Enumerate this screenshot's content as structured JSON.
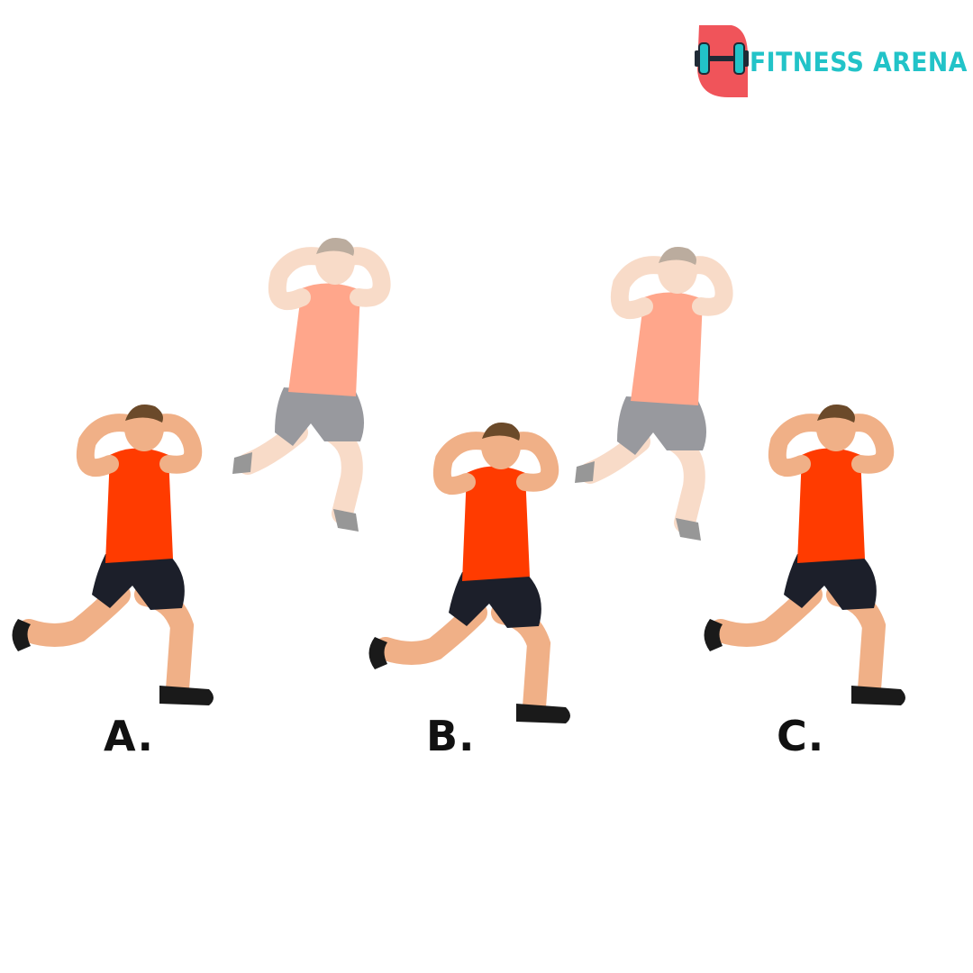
{
  "brand": {
    "name": "FITNESS ARENA",
    "badge_color": "#f0545a",
    "text_color": "#22c3c8",
    "icon": "dumbbell-icon"
  },
  "colors": {
    "shirt": "#ff3b00",
    "shorts": "#1c1f2a",
    "skin": "#f0b087",
    "hair": "#6b4a2a",
    "shoe": "#1a1a1a",
    "ghost_opacity": "0.45"
  },
  "figures": [
    {
      "name": "lunge-pose-a",
      "kind": "lunge"
    },
    {
      "name": "jump-transition-1",
      "kind": "jump"
    },
    {
      "name": "lunge-pose-b",
      "kind": "lunge"
    },
    {
      "name": "jump-transition-2",
      "kind": "jump"
    },
    {
      "name": "lunge-pose-c",
      "kind": "lunge"
    }
  ],
  "labels": {
    "a": "A.",
    "b": "B.",
    "c": "C."
  }
}
